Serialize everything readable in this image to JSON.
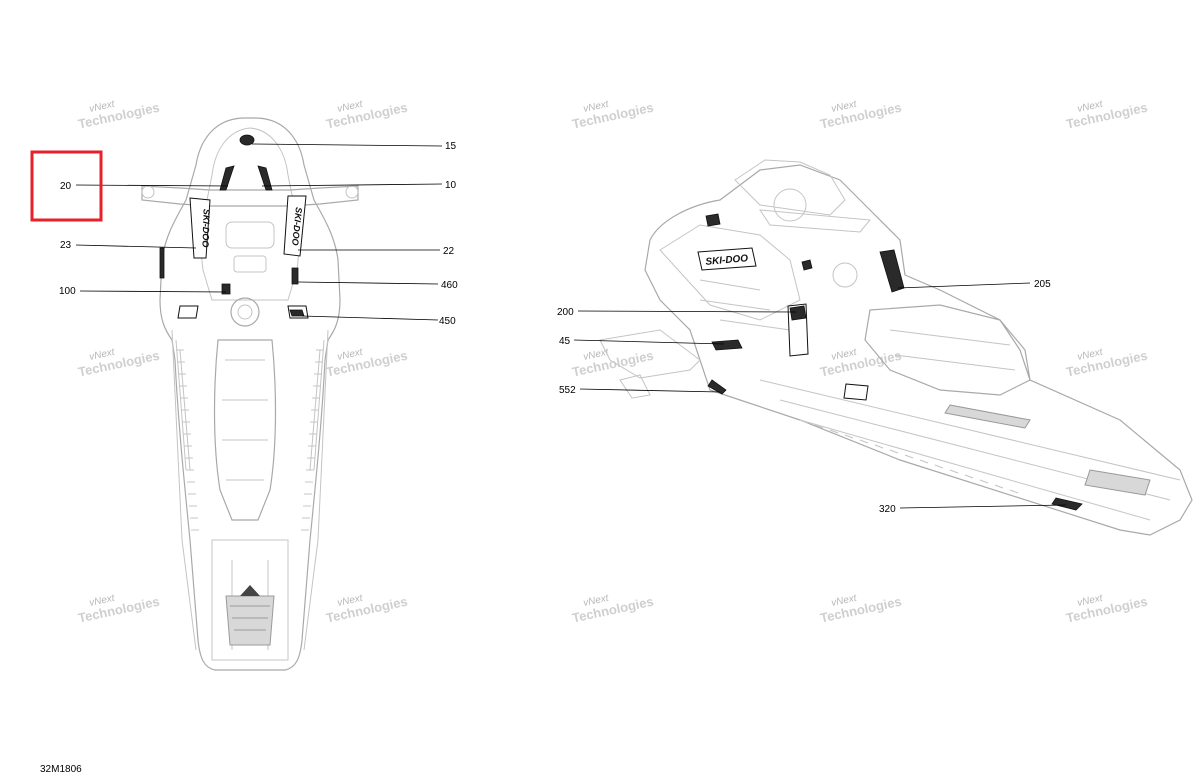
{
  "watermark": {
    "line1": "vNext",
    "line2": "Technologies"
  },
  "callouts": [
    {
      "id": "c15",
      "label": "15"
    },
    {
      "id": "c10",
      "label": "10"
    },
    {
      "id": "c20",
      "label": "20"
    },
    {
      "id": "c23",
      "label": "23"
    },
    {
      "id": "c22",
      "label": "22"
    },
    {
      "id": "c100",
      "label": "100"
    },
    {
      "id": "c460",
      "label": "460"
    },
    {
      "id": "c450",
      "label": "450"
    },
    {
      "id": "c205",
      "label": "205"
    },
    {
      "id": "c200",
      "label": "200"
    },
    {
      "id": "c45",
      "label": "45"
    },
    {
      "id": "c552",
      "label": "552"
    },
    {
      "id": "c320",
      "label": "320"
    }
  ],
  "highlight": {
    "callout": "20",
    "color": "#e8202a"
  },
  "diagram_code": "32M1806",
  "decal_text": {
    "brand": "SKI-DOO"
  }
}
